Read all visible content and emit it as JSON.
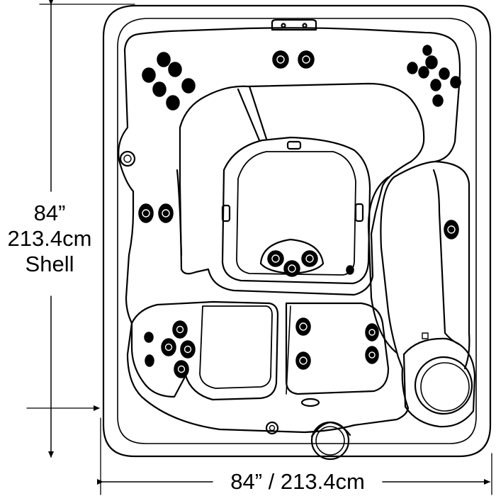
{
  "dimensions": {
    "height_line1": "84”",
    "height_line2": "213.4cm",
    "height_line3": "Shell",
    "width": "84” / 213.4cm"
  },
  "colors": {
    "line": "#000000",
    "background": "#ffffff"
  }
}
